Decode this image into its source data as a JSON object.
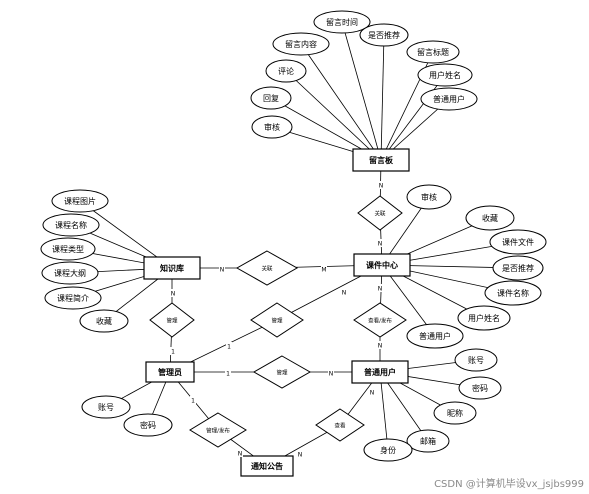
{
  "watermark": "CSDN @计算机毕设vx_jsjbs999",
  "entities": [
    {
      "id": "message_board",
      "label": "留言板"
    },
    {
      "id": "course_center",
      "label": "课件中心"
    },
    {
      "id": "knowledge_base",
      "label": "知识库"
    },
    {
      "id": "admin",
      "label": "管理员"
    },
    {
      "id": "user",
      "label": "普通用户"
    },
    {
      "id": "notice",
      "label": "通知公告"
    }
  ],
  "relationships": [
    {
      "id": "rel_mb_cc",
      "label": "关联"
    },
    {
      "id": "rel_kb_cc",
      "label": "关联"
    },
    {
      "id": "rel_admin_kb",
      "label": "管理"
    },
    {
      "id": "rel_admin_cc",
      "label": "管理"
    },
    {
      "id": "rel_user_cc",
      "label": "查看/发布"
    },
    {
      "id": "rel_admin_user",
      "label": "管理"
    },
    {
      "id": "rel_admin_notice",
      "label": "管理/发布"
    },
    {
      "id": "rel_user_notice",
      "label": "查看"
    }
  ],
  "attributes": [
    {
      "id": "a_mb_time",
      "owner": "message_board",
      "label": "留言时间"
    },
    {
      "id": "a_mb_content",
      "owner": "message_board",
      "label": "留言内容"
    },
    {
      "id": "a_mb_recommend",
      "owner": "message_board",
      "label": "是否推荐"
    },
    {
      "id": "a_mb_comment",
      "owner": "message_board",
      "label": "评论"
    },
    {
      "id": "a_mb_title",
      "owner": "message_board",
      "label": "留言标题"
    },
    {
      "id": "a_mb_username",
      "owner": "message_board",
      "label": "用户姓名"
    },
    {
      "id": "a_mb_reply",
      "owner": "message_board",
      "label": "回复"
    },
    {
      "id": "a_mb_user",
      "owner": "message_board",
      "label": "普通用户"
    },
    {
      "id": "a_mb_audit",
      "owner": "message_board",
      "label": "审核"
    },
    {
      "id": "a_cc_audit",
      "owner": "course_center",
      "label": "审核"
    },
    {
      "id": "a_cc_fav",
      "owner": "course_center",
      "label": "收藏"
    },
    {
      "id": "a_cc_file",
      "owner": "course_center",
      "label": "课件文件"
    },
    {
      "id": "a_cc_recommend",
      "owner": "course_center",
      "label": "是否推荐"
    },
    {
      "id": "a_cc_name",
      "owner": "course_center",
      "label": "课件名称"
    },
    {
      "id": "a_cc_username",
      "owner": "course_center",
      "label": "用户姓名"
    },
    {
      "id": "a_cc_user",
      "owner": "course_center",
      "label": "普通用户"
    },
    {
      "id": "a_kb_image",
      "owner": "knowledge_base",
      "label": "课程图片"
    },
    {
      "id": "a_kb_name",
      "owner": "knowledge_base",
      "label": "课程名称"
    },
    {
      "id": "a_kb_type",
      "owner": "knowledge_base",
      "label": "课程类型"
    },
    {
      "id": "a_kb_outline",
      "owner": "knowledge_base",
      "label": "课程大纲"
    },
    {
      "id": "a_kb_intro",
      "owner": "knowledge_base",
      "label": "课程简介"
    },
    {
      "id": "a_kb_fav",
      "owner": "knowledge_base",
      "label": "收藏"
    },
    {
      "id": "a_admin_account",
      "owner": "admin",
      "label": "账号"
    },
    {
      "id": "a_admin_password",
      "owner": "admin",
      "label": "密码"
    },
    {
      "id": "a_user_account",
      "owner": "user",
      "label": "账号"
    },
    {
      "id": "a_user_password",
      "owner": "user",
      "label": "密码"
    },
    {
      "id": "a_user_nickname",
      "owner": "user",
      "label": "昵称"
    },
    {
      "id": "a_user_email",
      "owner": "user",
      "label": "邮箱"
    },
    {
      "id": "a_user_identity",
      "owner": "user",
      "label": "身份"
    }
  ],
  "connections": [
    {
      "from": "message_board",
      "to": "rel_mb_cc",
      "card": "N"
    },
    {
      "from": "course_center",
      "to": "rel_mb_cc",
      "card": "N"
    },
    {
      "from": "knowledge_base",
      "to": "rel_kb_cc",
      "card": "N"
    },
    {
      "from": "course_center",
      "to": "rel_kb_cc",
      "card": "M"
    },
    {
      "from": "knowledge_base",
      "to": "rel_admin_kb",
      "card": "N"
    },
    {
      "from": "admin",
      "to": "rel_admin_kb",
      "card": "1"
    },
    {
      "from": "admin",
      "to": "rel_admin_cc",
      "card": "1"
    },
    {
      "from": "course_center",
      "to": "rel_admin_cc",
      "card": "N"
    },
    {
      "from": "course_center",
      "to": "rel_user_cc",
      "card": "N"
    },
    {
      "from": "user",
      "to": "rel_user_cc",
      "card": "N"
    },
    {
      "from": "admin",
      "to": "rel_admin_user",
      "card": "1"
    },
    {
      "from": "user",
      "to": "rel_admin_user",
      "card": "N"
    },
    {
      "from": "admin",
      "to": "rel_admin_notice",
      "card": "1"
    },
    {
      "from": "notice",
      "to": "rel_admin_notice",
      "card": "N"
    },
    {
      "from": "user",
      "to": "rel_user_notice",
      "card": "N"
    },
    {
      "from": "notice",
      "to": "rel_user_notice",
      "card": "N"
    }
  ]
}
